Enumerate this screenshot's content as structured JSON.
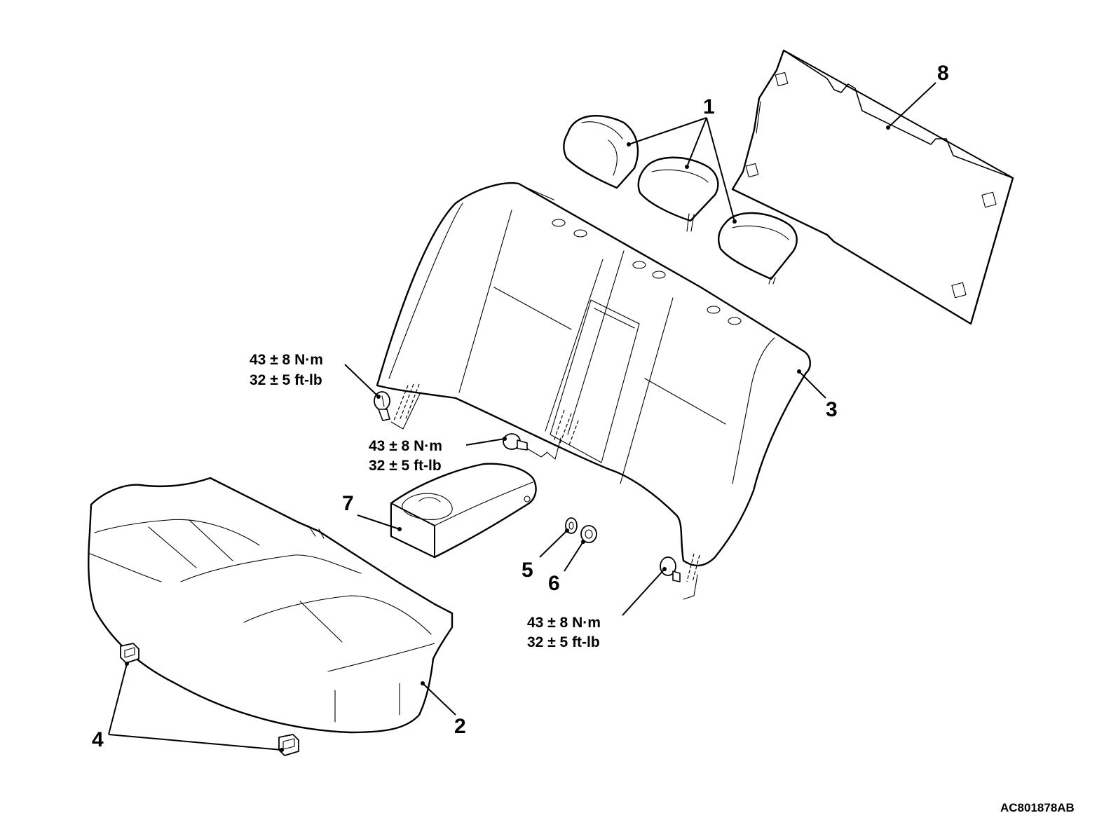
{
  "callouts": {
    "headrest": "1",
    "seat_cushion": "2",
    "seatback": "3",
    "cushion_clip": "4",
    "washer_a": "5",
    "washer_b": "6",
    "armrest": "7",
    "back_panel": "8"
  },
  "torque": {
    "upper_left": {
      "metric": "43 ± 8 N·m",
      "imperial": "32 ± 5 ft-lb"
    },
    "center": {
      "metric": "43 ± 8 N·m",
      "imperial": "32 ± 5 ft-lb"
    },
    "lower_right": {
      "metric": "43 ± 8 N·m",
      "imperial": "32 ± 5 ft-lb"
    }
  },
  "figure_id": "AC801878AB"
}
